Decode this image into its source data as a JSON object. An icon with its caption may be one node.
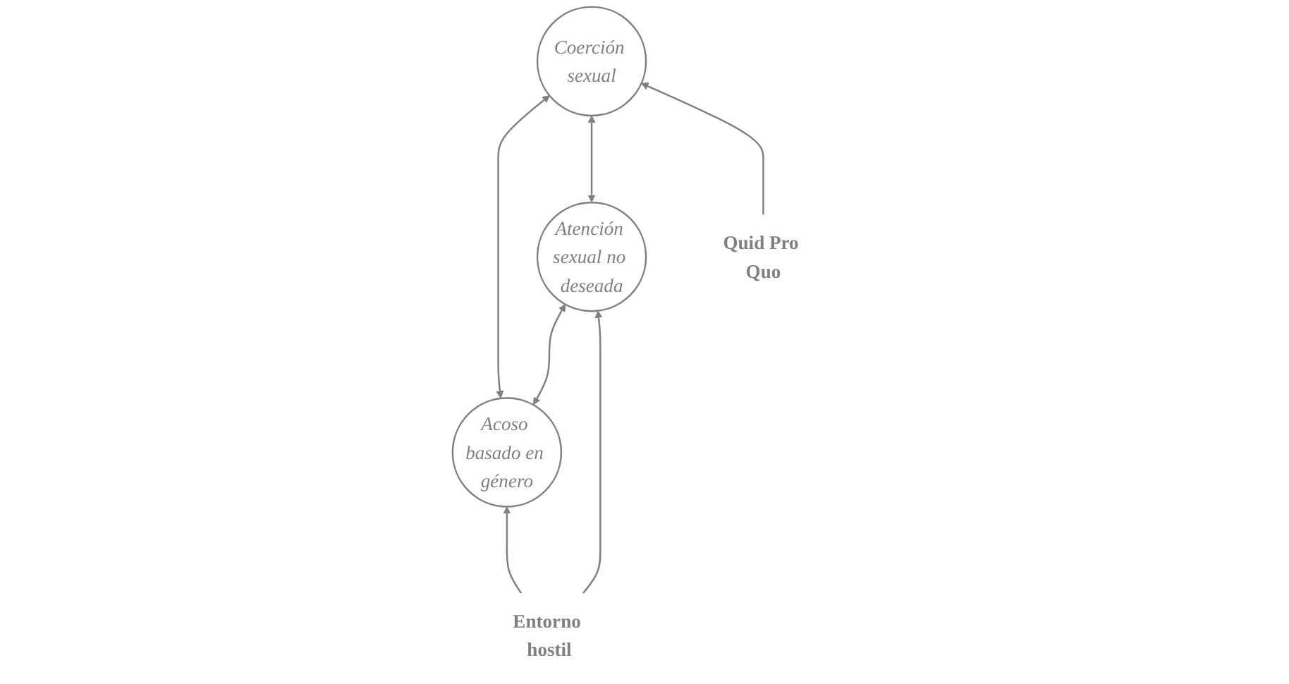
{
  "diagram": {
    "nodes": [
      {
        "text": [
          "Acoso basado en género"
        ]
      },
      {
        "text": [
          "Atención sexual no deseada"
        ]
      },
      {
        "text": [
          "Coerción sexual"
        ]
      },
      {
        "text": [
          "Entorno hostil"
        ]
      },
      {
        "text": [
          "Quid Pro Quo"
        ]
      }
    ],
    "edges": [
      {
        "from": 0,
        "to": 2,
        "arrow": "both"
      },
      {
        "from": 0,
        "to": 1,
        "arrow": "both"
      },
      {
        "from": 1,
        "to": 2,
        "arrow": "both"
      },
      {
        "from": 3,
        "to": 0,
        "arrow": "to"
      },
      {
        "from": 3,
        "to": 1,
        "arrow": "to"
      },
      {
        "from": 4,
        "to": 2,
        "arrow": "to"
      }
    ]
  }
}
